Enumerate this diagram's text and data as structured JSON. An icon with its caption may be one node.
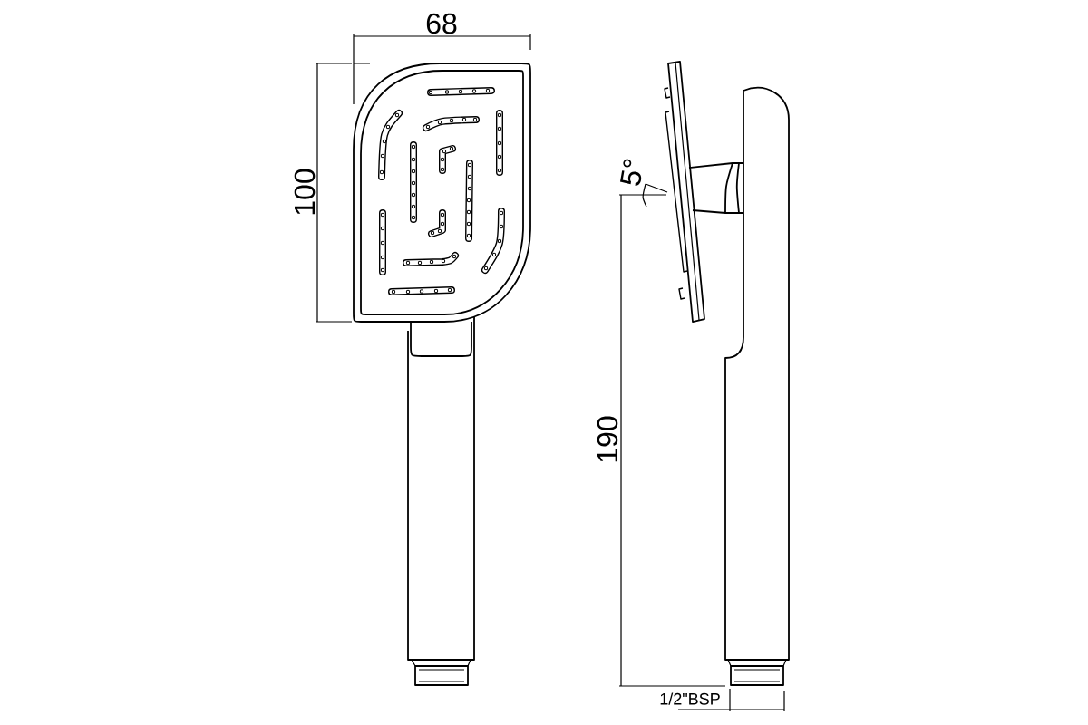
{
  "diagram": {
    "labels": [
      "68",
      "100",
      "5°",
      "190",
      "1/2\"BSP"
    ]
  }
}
